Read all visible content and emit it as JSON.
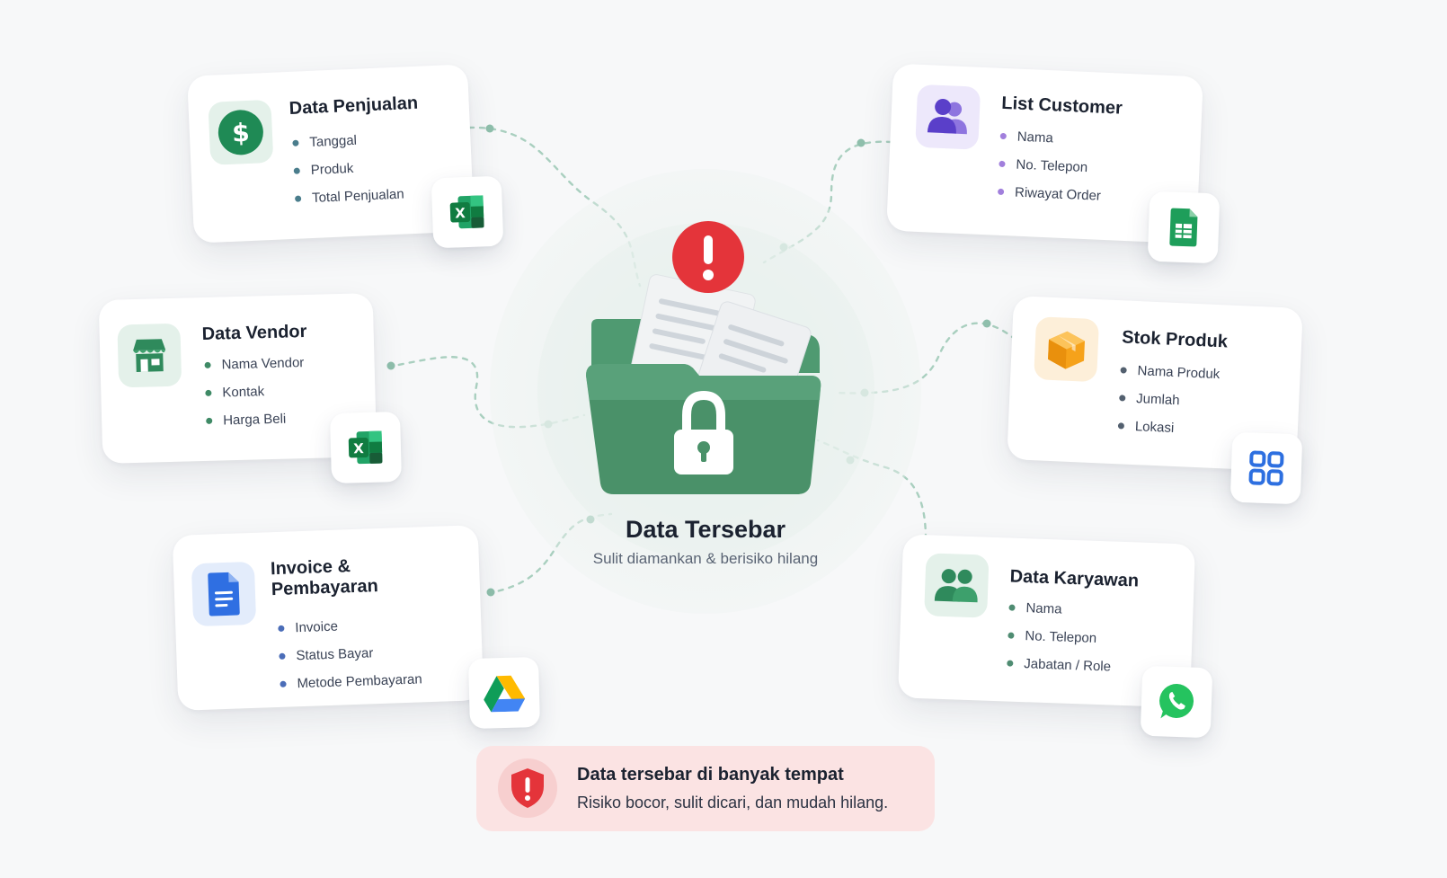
{
  "center": {
    "title": "Data Tersebar",
    "subtitle": "Sulit diamankan & berisiko hilang"
  },
  "cards": {
    "penjualan": {
      "title": "Data Penjualan",
      "items": [
        "Tanggal",
        "Produk",
        "Total Penjualan"
      ],
      "icon": "dollar-icon",
      "badge": "excel-icon"
    },
    "vendor": {
      "title": "Data Vendor",
      "items": [
        "Nama Vendor",
        "Kontak",
        "Harga Beli"
      ],
      "icon": "store-icon",
      "badge": "excel-icon"
    },
    "invoice": {
      "title": "Invoice & Pembayaran",
      "items": [
        "Invoice",
        "Status Bayar",
        "Metode Pembayaran"
      ],
      "icon": "document-icon",
      "badge": "google-drive-icon"
    },
    "customer": {
      "title": "List Customer",
      "items": [
        "Nama",
        "No. Telepon",
        "Riwayat Order"
      ],
      "icon": "users-icon",
      "badge": "google-sheets-icon"
    },
    "stok": {
      "title": "Stok Produk",
      "items": [
        "Nama Produk",
        "Jumlah",
        "Lokasi"
      ],
      "icon": "box-icon",
      "badge": "apps-grid-icon"
    },
    "karyawan": {
      "title": "Data Karyawan",
      "items": [
        "Nama",
        "No. Telepon",
        "Jabatan / Role"
      ],
      "icon": "team-icon",
      "badge": "whatsapp-icon"
    }
  },
  "alert": {
    "title": "Data tersebar di banyak tempat",
    "text": "Risiko bocor, sulit dicari, dan mudah hilang.",
    "icon": "shield-alert-icon"
  },
  "colors": {
    "green": "#2f8a5c",
    "red": "#e4343a",
    "purple": "#6d4fd6",
    "orange": "#f6a21a",
    "blue": "#2d6fe0",
    "connector": "#a9cfbf"
  }
}
